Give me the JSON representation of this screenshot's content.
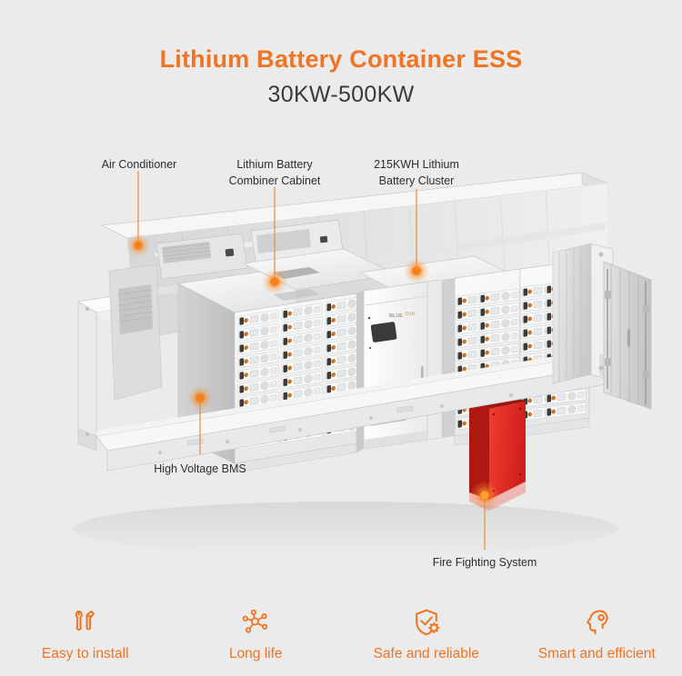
{
  "header": {
    "main_title": "Lithium Battery Container ESS",
    "sub_title": "30KW-500KW",
    "title_color": "#f07423",
    "subtitle_color": "#3a3a3a",
    "background_color": "#ebebeb"
  },
  "callouts": [
    {
      "id": "air-conditioner",
      "label": "Air Conditioner"
    },
    {
      "id": "combiner-cabinet",
      "label": "Lithium Battery\nCombiner Cabinet"
    },
    {
      "id": "battery-cluster",
      "label": "215KWH Lithium\nBattery Cluster"
    },
    {
      "id": "high-voltage-bms",
      "label": "High Voltage BMS"
    },
    {
      "id": "fire-fighting-system",
      "label": "Fire Fighting System"
    }
  ],
  "illustration": {
    "subject": "lithium battery container energy storage system cutaway",
    "accent_color": "#f07423",
    "fire_cabinet_color": "#e8302a",
    "container_color": "#f4f4f4"
  },
  "features": [
    {
      "icon": "tools-icon",
      "label": "Easy to install"
    },
    {
      "icon": "molecule-icon",
      "label": "Long life"
    },
    {
      "icon": "shield-check-gear-icon",
      "label": "Safe and reliable"
    },
    {
      "icon": "smart-head-icon",
      "label": "Smart and efficient"
    }
  ]
}
